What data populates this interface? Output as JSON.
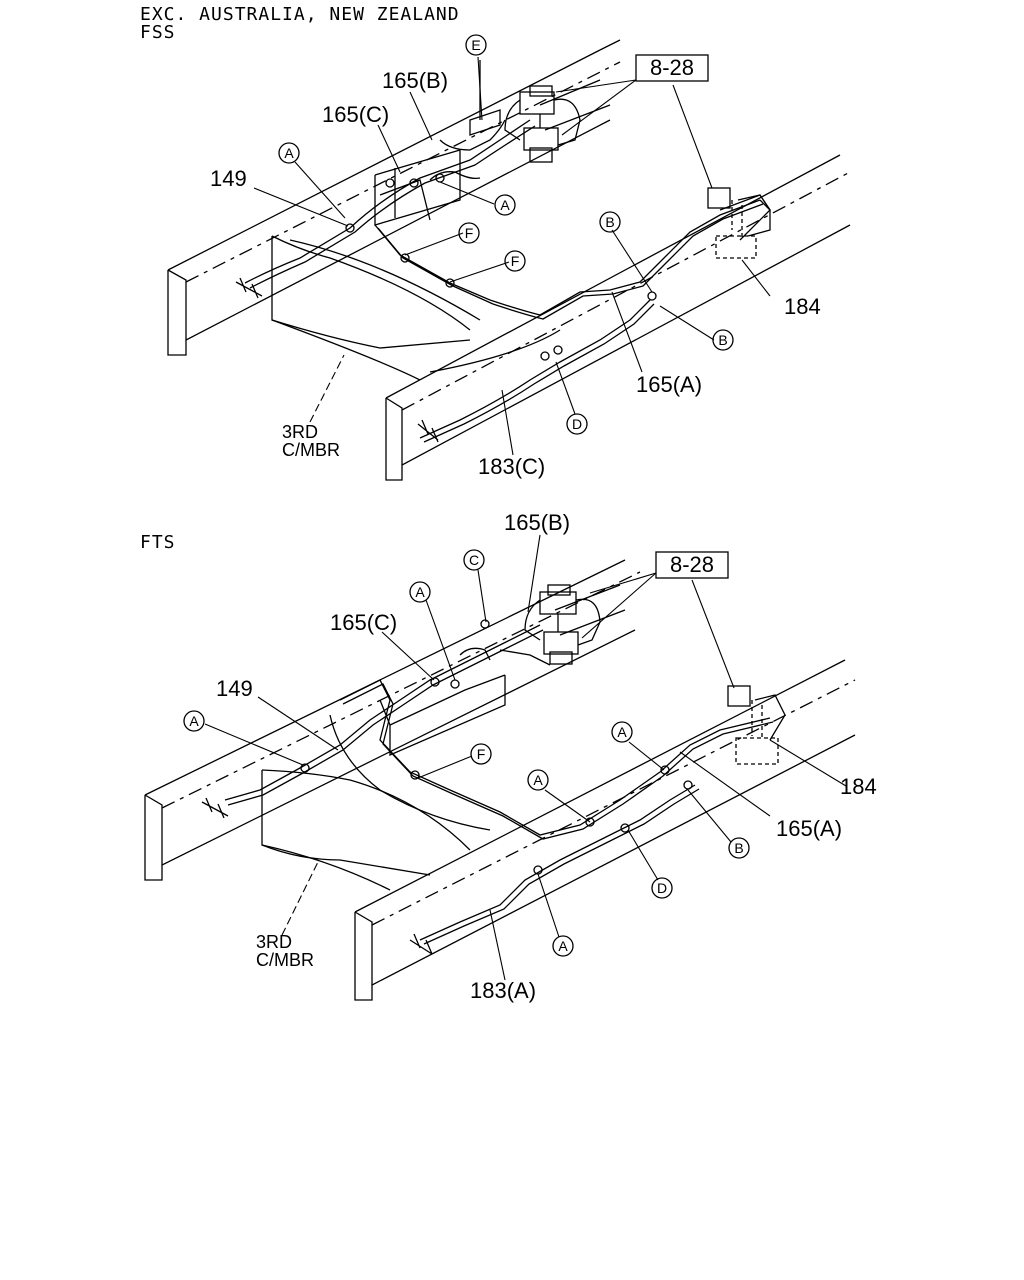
{
  "top": {
    "header_line1": "EXC. AUSTRALIA, NEW ZEALAND",
    "header_line2": "FSS",
    "ref_box": "8-28",
    "labels": {
      "p165b": "165(B)",
      "p165c": "165(C)",
      "p149": "149",
      "p184": "184",
      "p165a": "165(A)",
      "p183c": "183(C)",
      "mbr1": "3RD",
      "mbr2": "C/MBR"
    },
    "callouts": {
      "e": "E",
      "a1": "A",
      "a2": "A",
      "f1": "F",
      "f2": "F",
      "b1": "B",
      "b2": "B",
      "d": "D"
    }
  },
  "bottom": {
    "header": "FTS",
    "ref_box": "8-28",
    "labels": {
      "p165b": "165(B)",
      "p165c": "165(C)",
      "p149": "149",
      "p184": "184",
      "p165a": "165(A)",
      "p183a": "183(A)",
      "mbr1": "3RD",
      "mbr2": "C/MBR"
    },
    "callouts": {
      "c": "C",
      "a1": "A",
      "a2": "A",
      "a3": "A",
      "a4": "A",
      "a5": "A",
      "f": "F",
      "b": "B",
      "d": "D"
    }
  }
}
